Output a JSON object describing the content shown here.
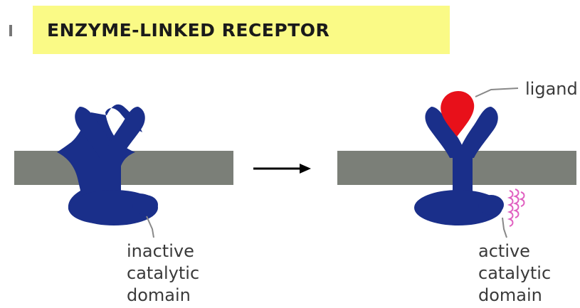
{
  "header": {
    "title": "ENZYME-LINKED  RECEPTOR"
  },
  "diagram": {
    "ligand_label": "ligand",
    "inactive_label": [
      "inactive",
      "catalytic",
      "domain"
    ],
    "active_label": [
      "active",
      "catalytic",
      "domain"
    ]
  },
  "colors": {
    "title_background": "#fafa86",
    "membrane": "#7b7f78",
    "receptor": "#1a2f8a",
    "ligand": "#e8101a",
    "activity_marks": "#e060c0",
    "arrow": "#000000"
  },
  "icons": {
    "arrow": "right-arrow-icon"
  }
}
